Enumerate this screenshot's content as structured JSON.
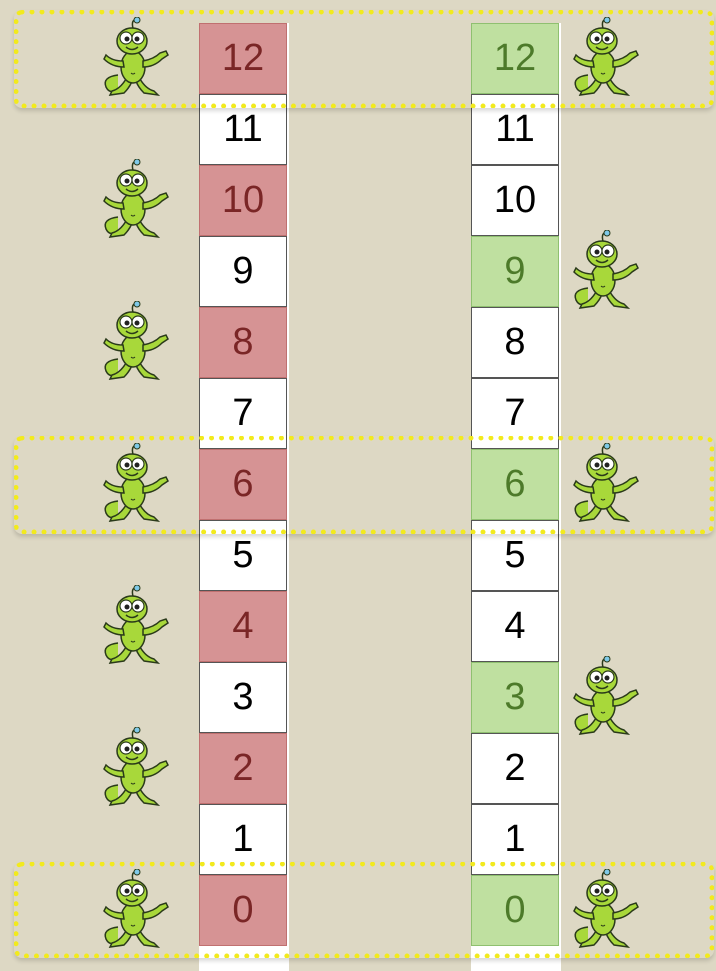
{
  "left_column": {
    "cells": [
      {
        "label": "12",
        "state": "red"
      },
      {
        "label": "11",
        "state": "plain"
      },
      {
        "label": "10",
        "state": "red"
      },
      {
        "label": "9",
        "state": "plain"
      },
      {
        "label": "8",
        "state": "red"
      },
      {
        "label": "7",
        "state": "plain"
      },
      {
        "label": "6",
        "state": "red"
      },
      {
        "label": "5",
        "state": "plain"
      },
      {
        "label": "4",
        "state": "red"
      },
      {
        "label": "3",
        "state": "plain"
      },
      {
        "label": "2",
        "state": "red"
      },
      {
        "label": "1",
        "state": "plain"
      },
      {
        "label": "0",
        "state": "red"
      }
    ],
    "alien_rows": [
      "12",
      "10",
      "8",
      "6",
      "4",
      "2",
      "0"
    ]
  },
  "right_column": {
    "cells": [
      {
        "label": "12",
        "state": "green"
      },
      {
        "label": "11",
        "state": "plain"
      },
      {
        "label": "10",
        "state": "plain"
      },
      {
        "label": "9",
        "state": "green"
      },
      {
        "label": "8",
        "state": "plain"
      },
      {
        "label": "7",
        "state": "plain"
      },
      {
        "label": "6",
        "state": "green"
      },
      {
        "label": "5",
        "state": "plain"
      },
      {
        "label": "4",
        "state": "plain"
      },
      {
        "label": "3",
        "state": "green"
      },
      {
        "label": "2",
        "state": "plain"
      },
      {
        "label": "1",
        "state": "plain"
      },
      {
        "label": "0",
        "state": "green"
      }
    ],
    "alien_rows": [
      "12",
      "9",
      "6",
      "3",
      "0"
    ]
  },
  "highlight_rows": [
    "12",
    "6",
    "0"
  ],
  "icons": {
    "alien": "green-alien-icon"
  },
  "colors": {
    "background": "#ddd8c4",
    "red_fill": "#d69394",
    "red_text": "#7a2626",
    "green_fill": "#bfe0a0",
    "green_text": "#4d7a2a",
    "frame": "#f2ea1d"
  }
}
